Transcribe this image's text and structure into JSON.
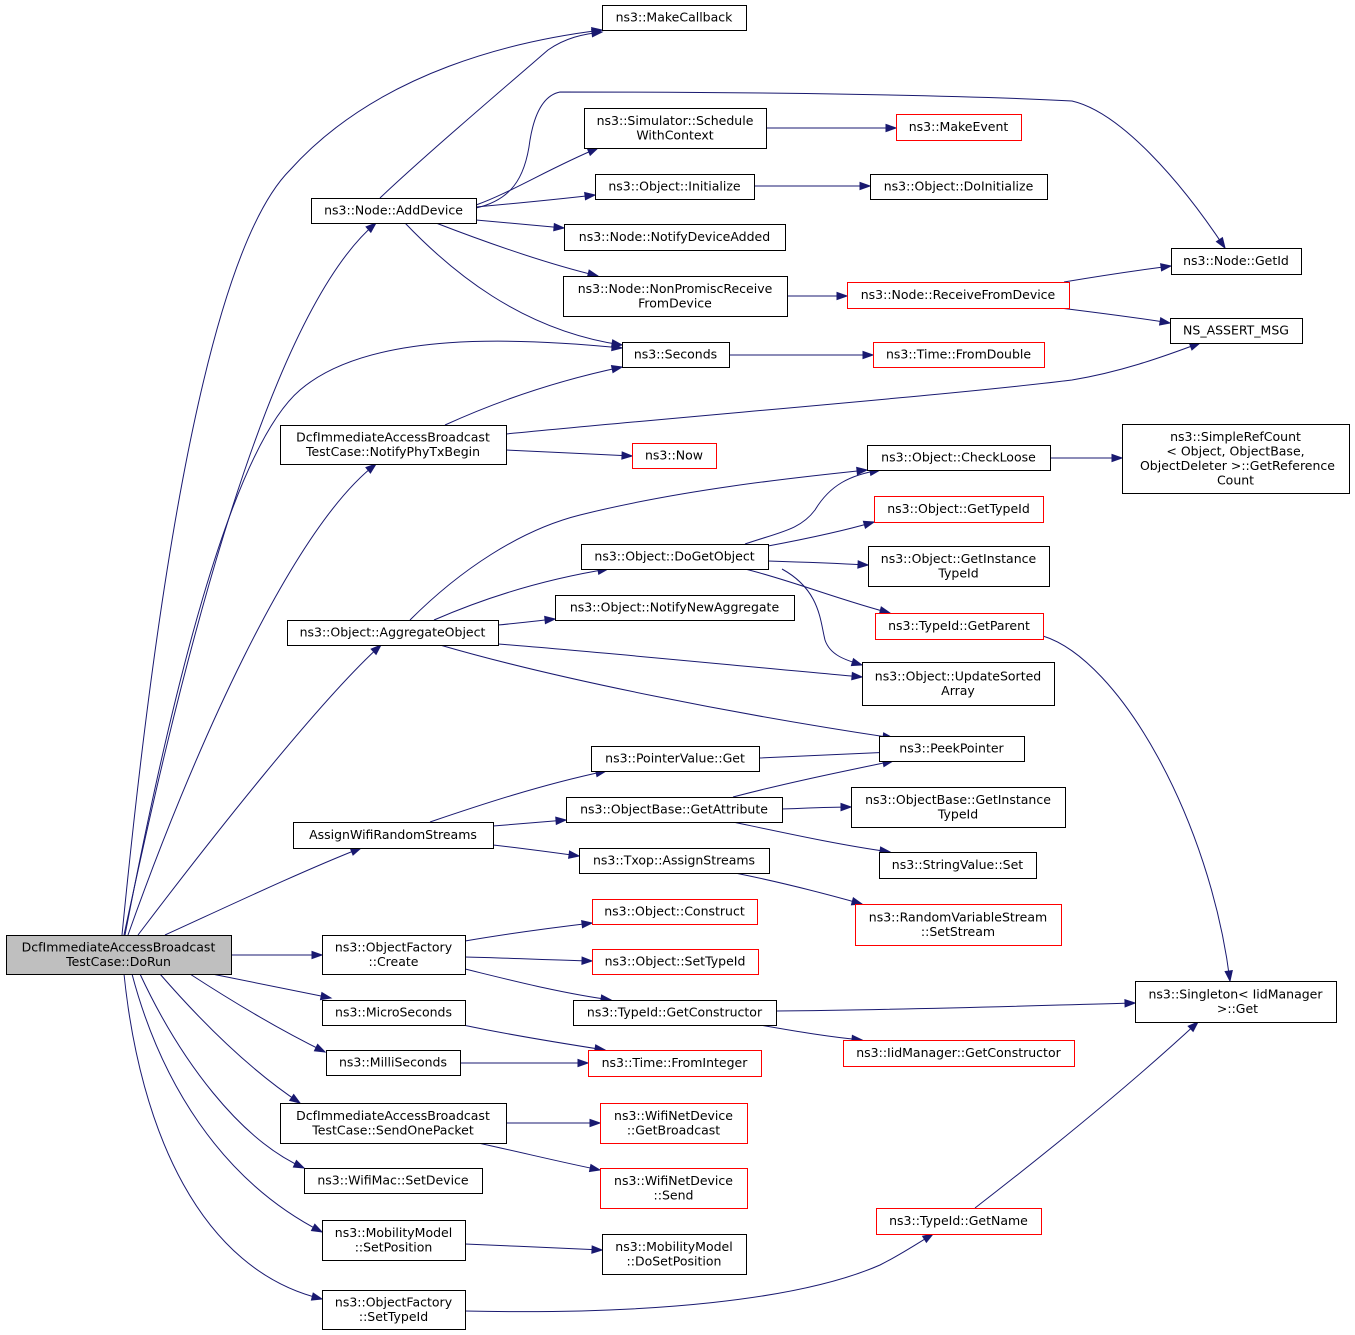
{
  "colors": {
    "edge": "#191970",
    "node_border_default": "#000000",
    "node_border_truncated": "#ff0000",
    "root_fill": "#bfbfbf",
    "node_fill": "#ffffff"
  },
  "nodes": {
    "root": {
      "lines": [
        "DcfImmediateAccessBroadcast",
        "TestCase::DoRun"
      ],
      "style": "root"
    },
    "makecallback": {
      "lines": [
        "ns3::MakeCallback"
      ],
      "style": "normal"
    },
    "adddevice": {
      "lines": [
        "ns3::Node::AddDevice"
      ],
      "style": "normal"
    },
    "schedulewithcontext": {
      "lines": [
        "ns3::Simulator::Schedule",
        "WithContext"
      ],
      "style": "normal"
    },
    "makeevent": {
      "lines": [
        "ns3::MakeEvent"
      ],
      "style": "truncated"
    },
    "objinitialize": {
      "lines": [
        "ns3::Object::Initialize"
      ],
      "style": "normal"
    },
    "objdoinitialize": {
      "lines": [
        "ns3::Object::DoInitialize"
      ],
      "style": "normal"
    },
    "notifydeviceadded": {
      "lines": [
        "ns3::Node::NotifyDeviceAdded"
      ],
      "style": "normal"
    },
    "nonpromisc": {
      "lines": [
        "ns3::Node::NonPromiscReceive",
        "FromDevice"
      ],
      "style": "normal"
    },
    "receivefromdevice": {
      "lines": [
        "ns3::Node::ReceiveFromDevice"
      ],
      "style": "truncated"
    },
    "getid": {
      "lines": [
        "ns3::Node::GetId"
      ],
      "style": "normal"
    },
    "nsassert": {
      "lines": [
        "NS_ASSERT_MSG"
      ],
      "style": "normal"
    },
    "seconds": {
      "lines": [
        "ns3::Seconds"
      ],
      "style": "normal"
    },
    "fromdouble": {
      "lines": [
        "ns3::Time::FromDouble"
      ],
      "style": "truncated"
    },
    "notifyphytxbegin": {
      "lines": [
        "DcfImmediateAccessBroadcast",
        "TestCase::NotifyPhyTxBegin"
      ],
      "style": "normal"
    },
    "now": {
      "lines": [
        "ns3::Now"
      ],
      "style": "truncated"
    },
    "checkloose": {
      "lines": [
        "ns3::Object::CheckLoose"
      ],
      "style": "normal"
    },
    "getreferencecount": {
      "lines": [
        "ns3::SimpleRefCount",
        "< Object, ObjectBase,",
        " ObjectDeleter >::GetReference",
        "Count"
      ],
      "style": "normal"
    },
    "gettypeid": {
      "lines": [
        "ns3::Object::GetTypeId"
      ],
      "style": "truncated"
    },
    "dogetobject": {
      "lines": [
        "ns3::Object::DoGetObject"
      ],
      "style": "normal"
    },
    "getinstancetypeid": {
      "lines": [
        "ns3::Object::GetInstance",
        "TypeId"
      ],
      "style": "normal"
    },
    "notifynewaggregate": {
      "lines": [
        "ns3::Object::NotifyNewAggregate"
      ],
      "style": "normal"
    },
    "getparent": {
      "lines": [
        "ns3::TypeId::GetParent"
      ],
      "style": "truncated"
    },
    "aggregateobject": {
      "lines": [
        "ns3::Object::AggregateObject"
      ],
      "style": "normal"
    },
    "updatesortedarray": {
      "lines": [
        "ns3::Object::UpdateSorted",
        "Array"
      ],
      "style": "normal"
    },
    "peekpointer": {
      "lines": [
        "ns3::PeekPointer"
      ],
      "style": "normal"
    },
    "pointervalueget": {
      "lines": [
        "ns3::PointerValue::Get"
      ],
      "style": "normal"
    },
    "getattribute": {
      "lines": [
        "ns3::ObjectBase::GetAttribute"
      ],
      "style": "normal"
    },
    "objectbasegetinstancetypeid": {
      "lines": [
        "ns3::ObjectBase::GetInstance",
        "TypeId"
      ],
      "style": "normal"
    },
    "assignwifi": {
      "lines": [
        "AssignWifiRandomStreams"
      ],
      "style": "normal"
    },
    "stringvalueset": {
      "lines": [
        "ns3::StringValue::Set"
      ],
      "style": "normal"
    },
    "txopassign": {
      "lines": [
        "ns3::Txop::AssignStreams"
      ],
      "style": "normal"
    },
    "setstream": {
      "lines": [
        "ns3::RandomVariableStream",
        "::SetStream"
      ],
      "style": "truncated"
    },
    "objconstruct": {
      "lines": [
        "ns3::Object::Construct"
      ],
      "style": "truncated"
    },
    "factorycreate": {
      "lines": [
        "ns3::ObjectFactory",
        "::Create"
      ],
      "style": "normal"
    },
    "objsettypeid": {
      "lines": [
        "ns3::Object::SetTypeId"
      ],
      "style": "truncated"
    },
    "singletonget": {
      "lines": [
        "ns3::Singleton< IidManager",
        " >::Get"
      ],
      "style": "normal"
    },
    "getconstructor": {
      "lines": [
        "ns3::TypeId::GetConstructor"
      ],
      "style": "normal"
    },
    "microseconds": {
      "lines": [
        "ns3::MicroSeconds"
      ],
      "style": "normal"
    },
    "iidgetconstructor": {
      "lines": [
        "ns3::IidManager::GetConstructor"
      ],
      "style": "truncated"
    },
    "milliseconds": {
      "lines": [
        "ns3::MilliSeconds"
      ],
      "style": "normal"
    },
    "frominteger": {
      "lines": [
        "ns3::Time::FromInteger"
      ],
      "style": "truncated"
    },
    "sendonepacket": {
      "lines": [
        "DcfImmediateAccessBroadcast",
        "TestCase::SendOnePacket"
      ],
      "style": "normal"
    },
    "getbroadcast": {
      "lines": [
        "ns3::WifiNetDevice",
        "::GetBroadcast"
      ],
      "style": "truncated"
    },
    "wifimacsetdevice": {
      "lines": [
        "ns3::WifiMac::SetDevice"
      ],
      "style": "normal"
    },
    "wifisend": {
      "lines": [
        "ns3::WifiNetDevice",
        "::Send"
      ],
      "style": "truncated"
    },
    "typeidgetname": {
      "lines": [
        "ns3::TypeId::GetName"
      ],
      "style": "truncated"
    },
    "mobsetposition": {
      "lines": [
        "ns3::MobilityModel",
        "::SetPosition"
      ],
      "style": "normal"
    },
    "mobdosetposition": {
      "lines": [
        "ns3::MobilityModel",
        "::DoSetPosition"
      ],
      "style": "normal"
    },
    "factorysettypeid": {
      "lines": [
        "ns3::ObjectFactory",
        "::SetTypeId"
      ],
      "style": "normal"
    }
  },
  "edges": [
    [
      "root",
      "makecallback"
    ],
    [
      "root",
      "adddevice"
    ],
    [
      "root",
      "seconds"
    ],
    [
      "root",
      "notifyphytxbegin"
    ],
    [
      "root",
      "aggregateobject"
    ],
    [
      "root",
      "assignwifi"
    ],
    [
      "root",
      "factorycreate"
    ],
    [
      "root",
      "microseconds"
    ],
    [
      "root",
      "milliseconds"
    ],
    [
      "root",
      "sendonepacket"
    ],
    [
      "root",
      "wifimacsetdevice"
    ],
    [
      "root",
      "mobsetposition"
    ],
    [
      "root",
      "factorysettypeid"
    ],
    [
      "adddevice",
      "makecallback"
    ],
    [
      "adddevice",
      "schedulewithcontext"
    ],
    [
      "adddevice",
      "objinitialize"
    ],
    [
      "adddevice",
      "notifydeviceadded"
    ],
    [
      "adddevice",
      "nonpromisc"
    ],
    [
      "adddevice",
      "seconds"
    ],
    [
      "adddevice",
      "getid"
    ],
    [
      "schedulewithcontext",
      "makeevent"
    ],
    [
      "objinitialize",
      "objdoinitialize"
    ],
    [
      "nonpromisc",
      "receivefromdevice"
    ],
    [
      "receivefromdevice",
      "getid"
    ],
    [
      "receivefromdevice",
      "nsassert"
    ],
    [
      "seconds",
      "fromdouble"
    ],
    [
      "notifyphytxbegin",
      "seconds"
    ],
    [
      "notifyphytxbegin",
      "nsassert"
    ],
    [
      "notifyphytxbegin",
      "now"
    ],
    [
      "checkloose",
      "getreferencecount"
    ],
    [
      "aggregateobject",
      "checkloose"
    ],
    [
      "aggregateobject",
      "dogetobject"
    ],
    [
      "aggregateobject",
      "notifynewaggregate"
    ],
    [
      "aggregateobject",
      "updatesortedarray"
    ],
    [
      "aggregateobject",
      "peekpointer"
    ],
    [
      "dogetobject",
      "checkloose"
    ],
    [
      "dogetobject",
      "gettypeid"
    ],
    [
      "dogetobject",
      "getinstancetypeid"
    ],
    [
      "dogetobject",
      "getparent"
    ],
    [
      "dogetobject",
      "updatesortedarray"
    ],
    [
      "getparent",
      "singletonget"
    ],
    [
      "assignwifi",
      "pointervalueget"
    ],
    [
      "assignwifi",
      "getattribute"
    ],
    [
      "assignwifi",
      "txopassign"
    ],
    [
      "pointervalueget",
      "peekpointer"
    ],
    [
      "getattribute",
      "peekpointer"
    ],
    [
      "getattribute",
      "objectbasegetinstancetypeid"
    ],
    [
      "getattribute",
      "stringvalueset"
    ],
    [
      "txopassign",
      "setstream"
    ],
    [
      "factorycreate",
      "objconstruct"
    ],
    [
      "factorycreate",
      "objsettypeid"
    ],
    [
      "factorycreate",
      "getconstructor"
    ],
    [
      "getconstructor",
      "singletonget"
    ],
    [
      "getconstructor",
      "iidgetconstructor"
    ],
    [
      "microseconds",
      "frominteger"
    ],
    [
      "milliseconds",
      "frominteger"
    ],
    [
      "sendonepacket",
      "getbroadcast"
    ],
    [
      "sendonepacket",
      "wifisend"
    ],
    [
      "mobsetposition",
      "mobdosetposition"
    ],
    [
      "factorysettypeid",
      "typeidgetname"
    ],
    [
      "typeidgetname",
      "singletonget"
    ]
  ]
}
